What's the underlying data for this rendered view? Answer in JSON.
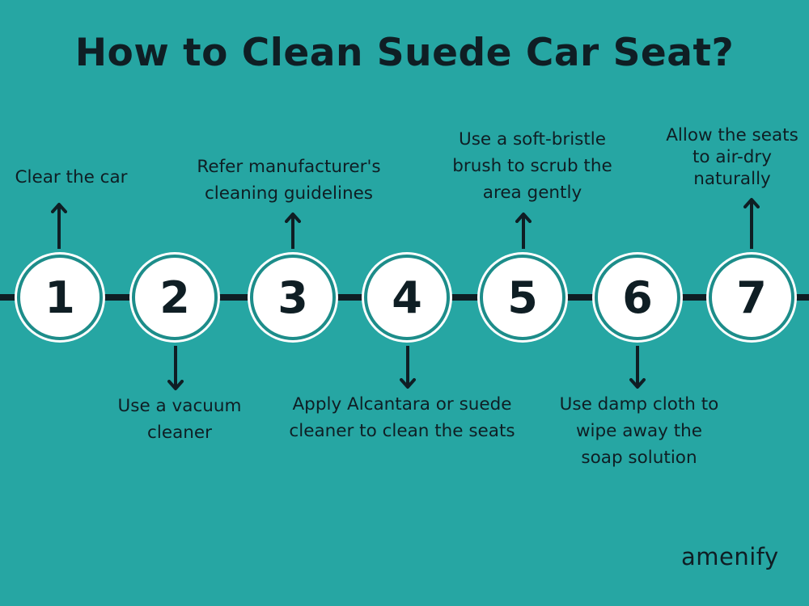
{
  "title": "How to Clean Suede Car Seat?",
  "steps": [
    {
      "number": "1",
      "label": "Clear the car",
      "direction": "up"
    },
    {
      "number": "2",
      "label": "Use a vacuum\ncleaner",
      "direction": "down"
    },
    {
      "number": "3",
      "label": "Refer manufacturer's\ncleaning guidelines",
      "direction": "up"
    },
    {
      "number": "4",
      "label": "Apply Alcantara or suede\ncleaner to clean the seats",
      "direction": "down"
    },
    {
      "number": "5",
      "label": "Use a soft-bristle\nbrush to scrub the\narea gently",
      "direction": "up"
    },
    {
      "number": "6",
      "label": "Use damp cloth to\nwipe away the\nsoap solution",
      "direction": "down"
    },
    {
      "number": "7",
      "label": "Allow the seats\nto air-dry\nnaturally",
      "direction": "up"
    }
  ],
  "brand": "amenify",
  "colors": {
    "background": "#26a6a3",
    "ink": "#0f1e24",
    "circle_fill": "#ffffff",
    "circle_ring": "#1d8d8a"
  }
}
